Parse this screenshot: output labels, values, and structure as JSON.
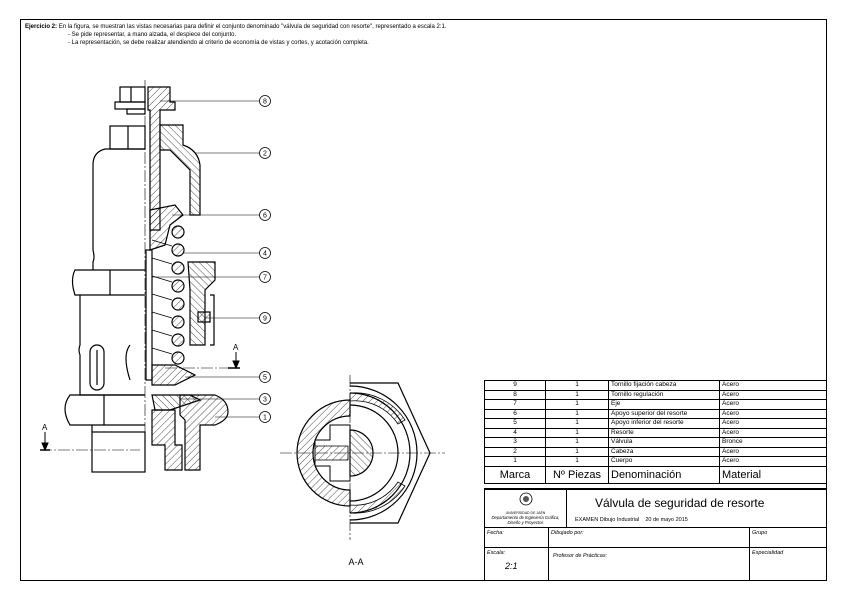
{
  "instructions": {
    "label": "Ejercicio 2:",
    "line1": "En la figura, se muestran las vistas necesarias para definir el conjunto denominado \"válvula de seguridad con resorte\", representado a escala 2:1.",
    "line2": "- Se pide representar, a mano alzada, el despiece del conjunto.",
    "line3": "- La representación, se debe realizar atendiendo al criterio de economía de vistas y cortes, y acotación completa."
  },
  "drawing": {
    "balloons": [
      "8",
      "2",
      "6",
      "4",
      "7",
      "9",
      "5",
      "3",
      "1"
    ],
    "section_letter": "A",
    "section_view_label": "A-A"
  },
  "parts_list": {
    "headers": [
      "Marca",
      "Nº Piezas",
      "Denominación",
      "Material"
    ],
    "rows": [
      {
        "mark": "9",
        "qty": "1",
        "name": "Tornillo fijación cabeza",
        "material": "Acero"
      },
      {
        "mark": "8",
        "qty": "1",
        "name": "Tornillo regulación",
        "material": "Acero"
      },
      {
        "mark": "7",
        "qty": "1",
        "name": "Eje",
        "material": "Acero"
      },
      {
        "mark": "6",
        "qty": "1",
        "name": "Apoyo superior del resorte",
        "material": "Acero"
      },
      {
        "mark": "5",
        "qty": "1",
        "name": "Apoyo inferior del resorte",
        "material": "Acero"
      },
      {
        "mark": "4",
        "qty": "1",
        "name": "Resorte",
        "material": "Acero"
      },
      {
        "mark": "3",
        "qty": "1",
        "name": "Válvula",
        "material": "Bronce"
      },
      {
        "mark": "2",
        "qty": "1",
        "name": "Cabeza",
        "material": "Acero"
      },
      {
        "mark": "1",
        "qty": "1",
        "name": "Cuerpo",
        "material": "Acero"
      }
    ]
  },
  "title_block": {
    "university": "UNIVERSIDAD DE JAÉN",
    "department": "Departamento de Ingeniería Gráfica, Diseño y Proyectos",
    "title": "Válvula de seguridad de resorte",
    "exam": "EXAMEN Dibujo Industrial",
    "date": "20 de mayo 2015",
    "fecha_label": "Fecha:",
    "dibujado_label": "Dibujado por:",
    "grupo_label": "Grupo",
    "escala_label": "Escala:",
    "escala_value": "2:1",
    "profesor_label": "Profesor de Prácticas:",
    "especialidad_label": "Especialidad"
  }
}
